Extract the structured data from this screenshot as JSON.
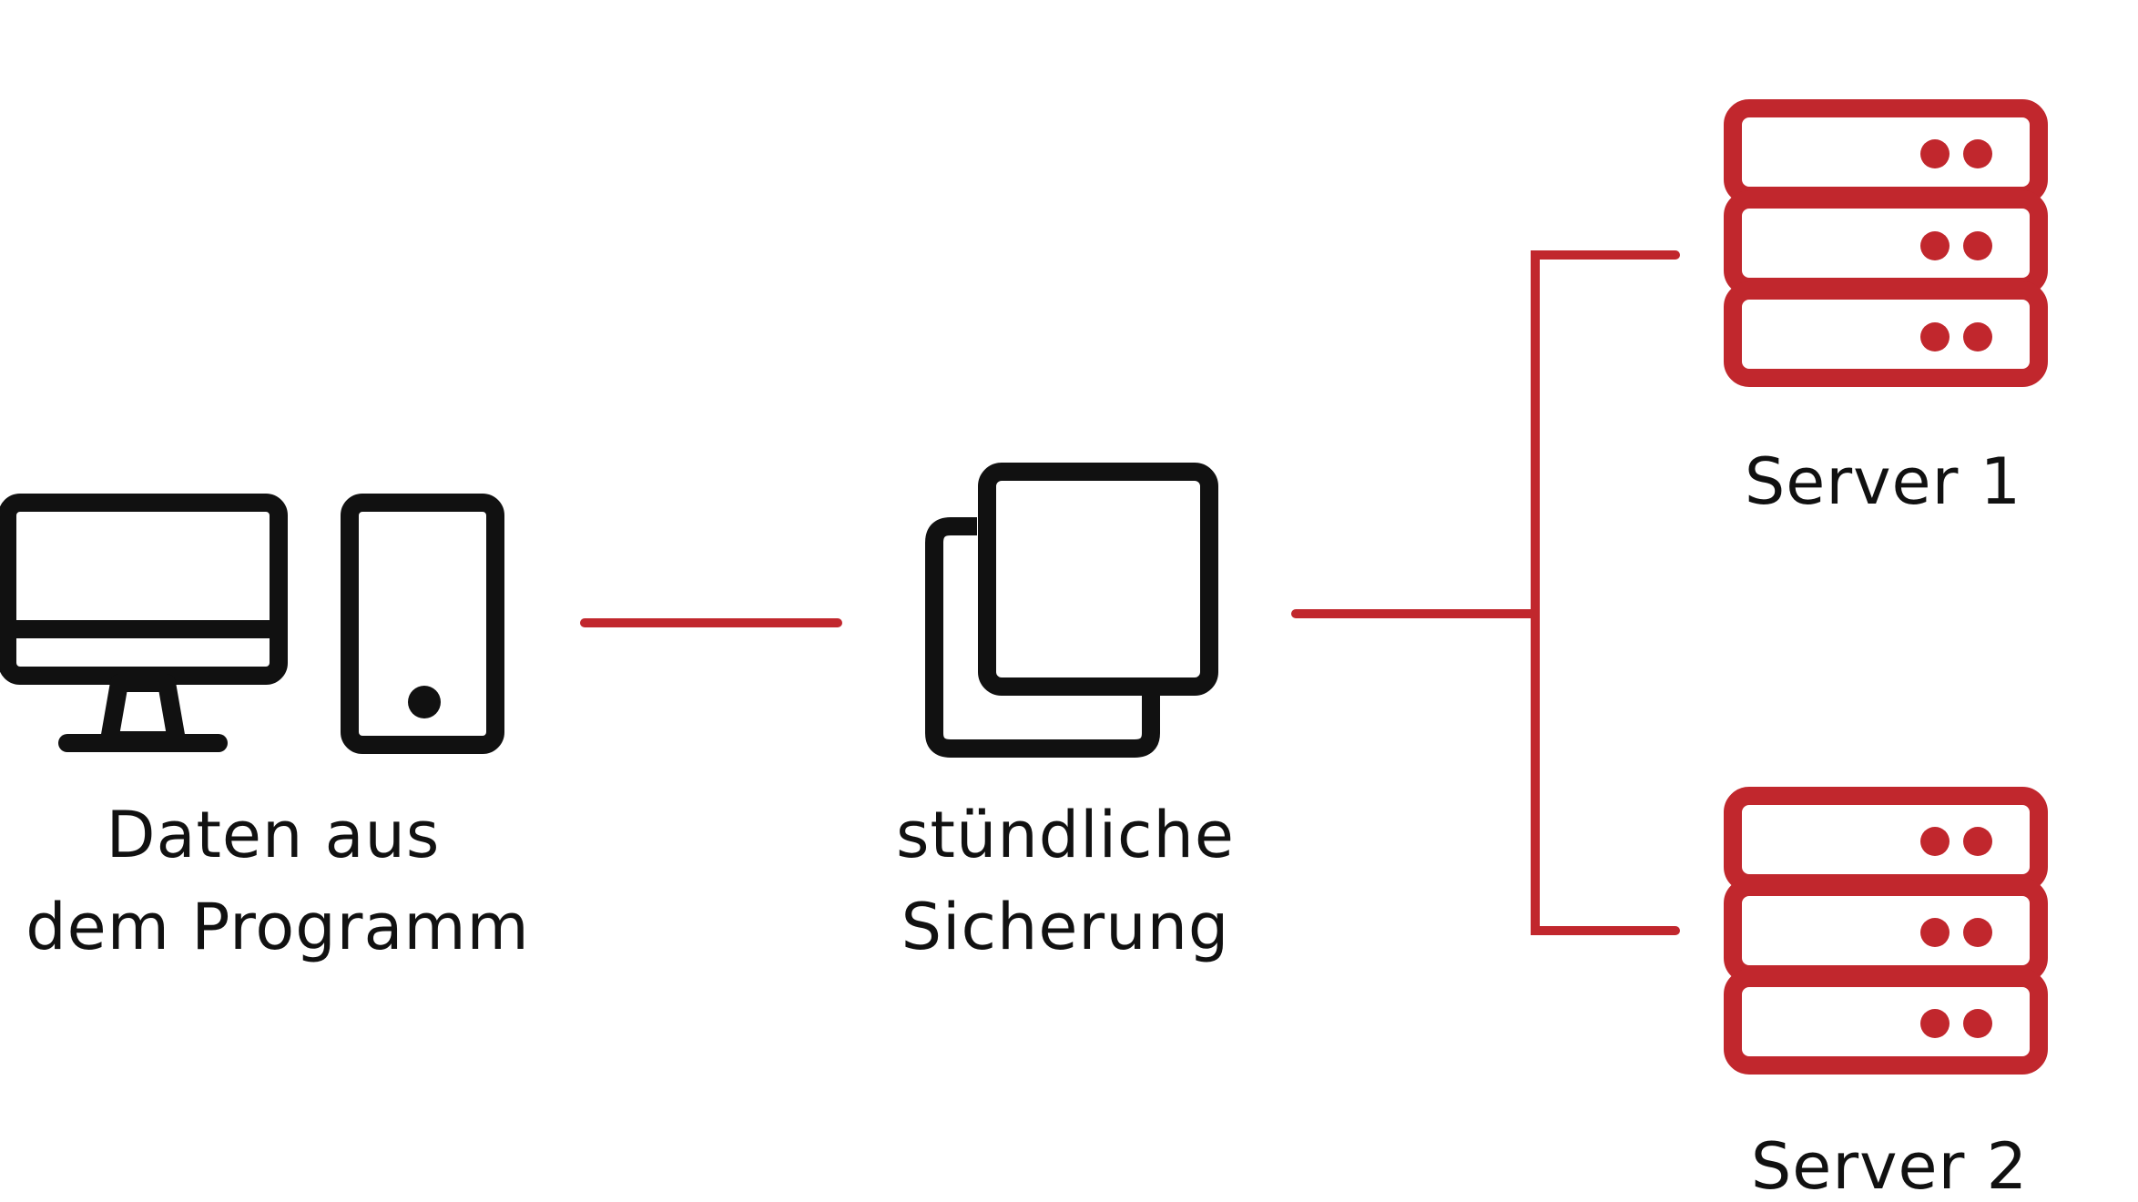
{
  "colors": {
    "accent": "#c1272d",
    "ink": "#111111",
    "background": "#ffffff"
  },
  "nodes": {
    "source": {
      "icons": [
        "desktop-monitor-icon",
        "mobile-phone-icon"
      ],
      "label_line1": "Daten aus",
      "label_line2": "dem Programm"
    },
    "backup": {
      "icon": "copy-documents-icon",
      "label_line1": "stündliche",
      "label_line2": "Sicherung"
    },
    "server1": {
      "icon": "server-rack-icon",
      "label": "Server 1"
    },
    "server2": {
      "icon": "server-rack-icon",
      "label": "Server 2"
    }
  }
}
